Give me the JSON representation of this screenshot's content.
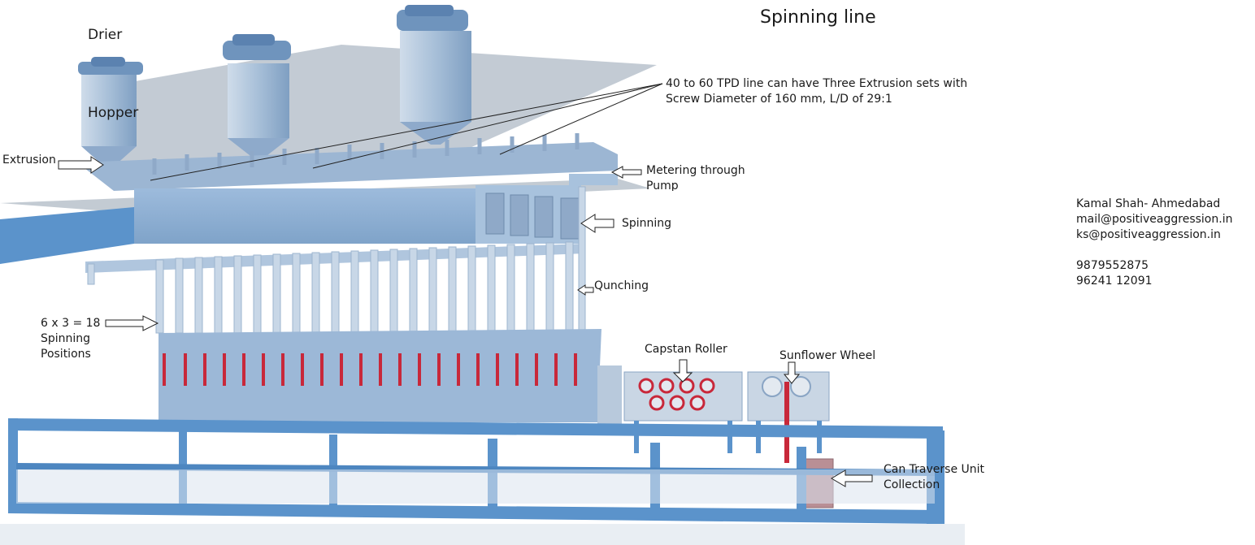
{
  "title": "Spinning line",
  "labels": {
    "drier": "Drier",
    "hopper": "Hopper",
    "extrusion": "Extrusion",
    "extrusion_note_line1": "40 to 60 TPD line can have  Three Extrusion sets  with",
    "extrusion_note_line2": "Screw Diameter of 160 mm, L/D of 29:1",
    "metering_line1": "Metering through",
    "metering_line2": "Pump",
    "spinning": "Spinning",
    "qunching": "Qunching",
    "positions_line1": "6 x 3 = 18",
    "positions_line2": "Spinning",
    "positions_line3": "Positions",
    "capstan_roller": "Capstan Roller",
    "sunflower_wheel": "Sunflower Wheel",
    "can_traverse_line1": "Can Traverse Unit",
    "can_traverse_line2": "Collection"
  },
  "contact": {
    "name": "Kamal Shah- Ahmedabad",
    "email1": "mail@positiveaggression.in",
    "email2": "ks@positiveaggression.in",
    "phone1": "9879552875",
    "phone2": "96241 12091"
  },
  "colors": {
    "frame": "#5b93cb",
    "frame_dark": "#3f74ad",
    "machine_light": "#a9c4e0",
    "machine_mid": "#8db0d4",
    "platform": "#c4ccd4",
    "thread_red": "#c8283a",
    "can_unit": "#b98f95"
  }
}
